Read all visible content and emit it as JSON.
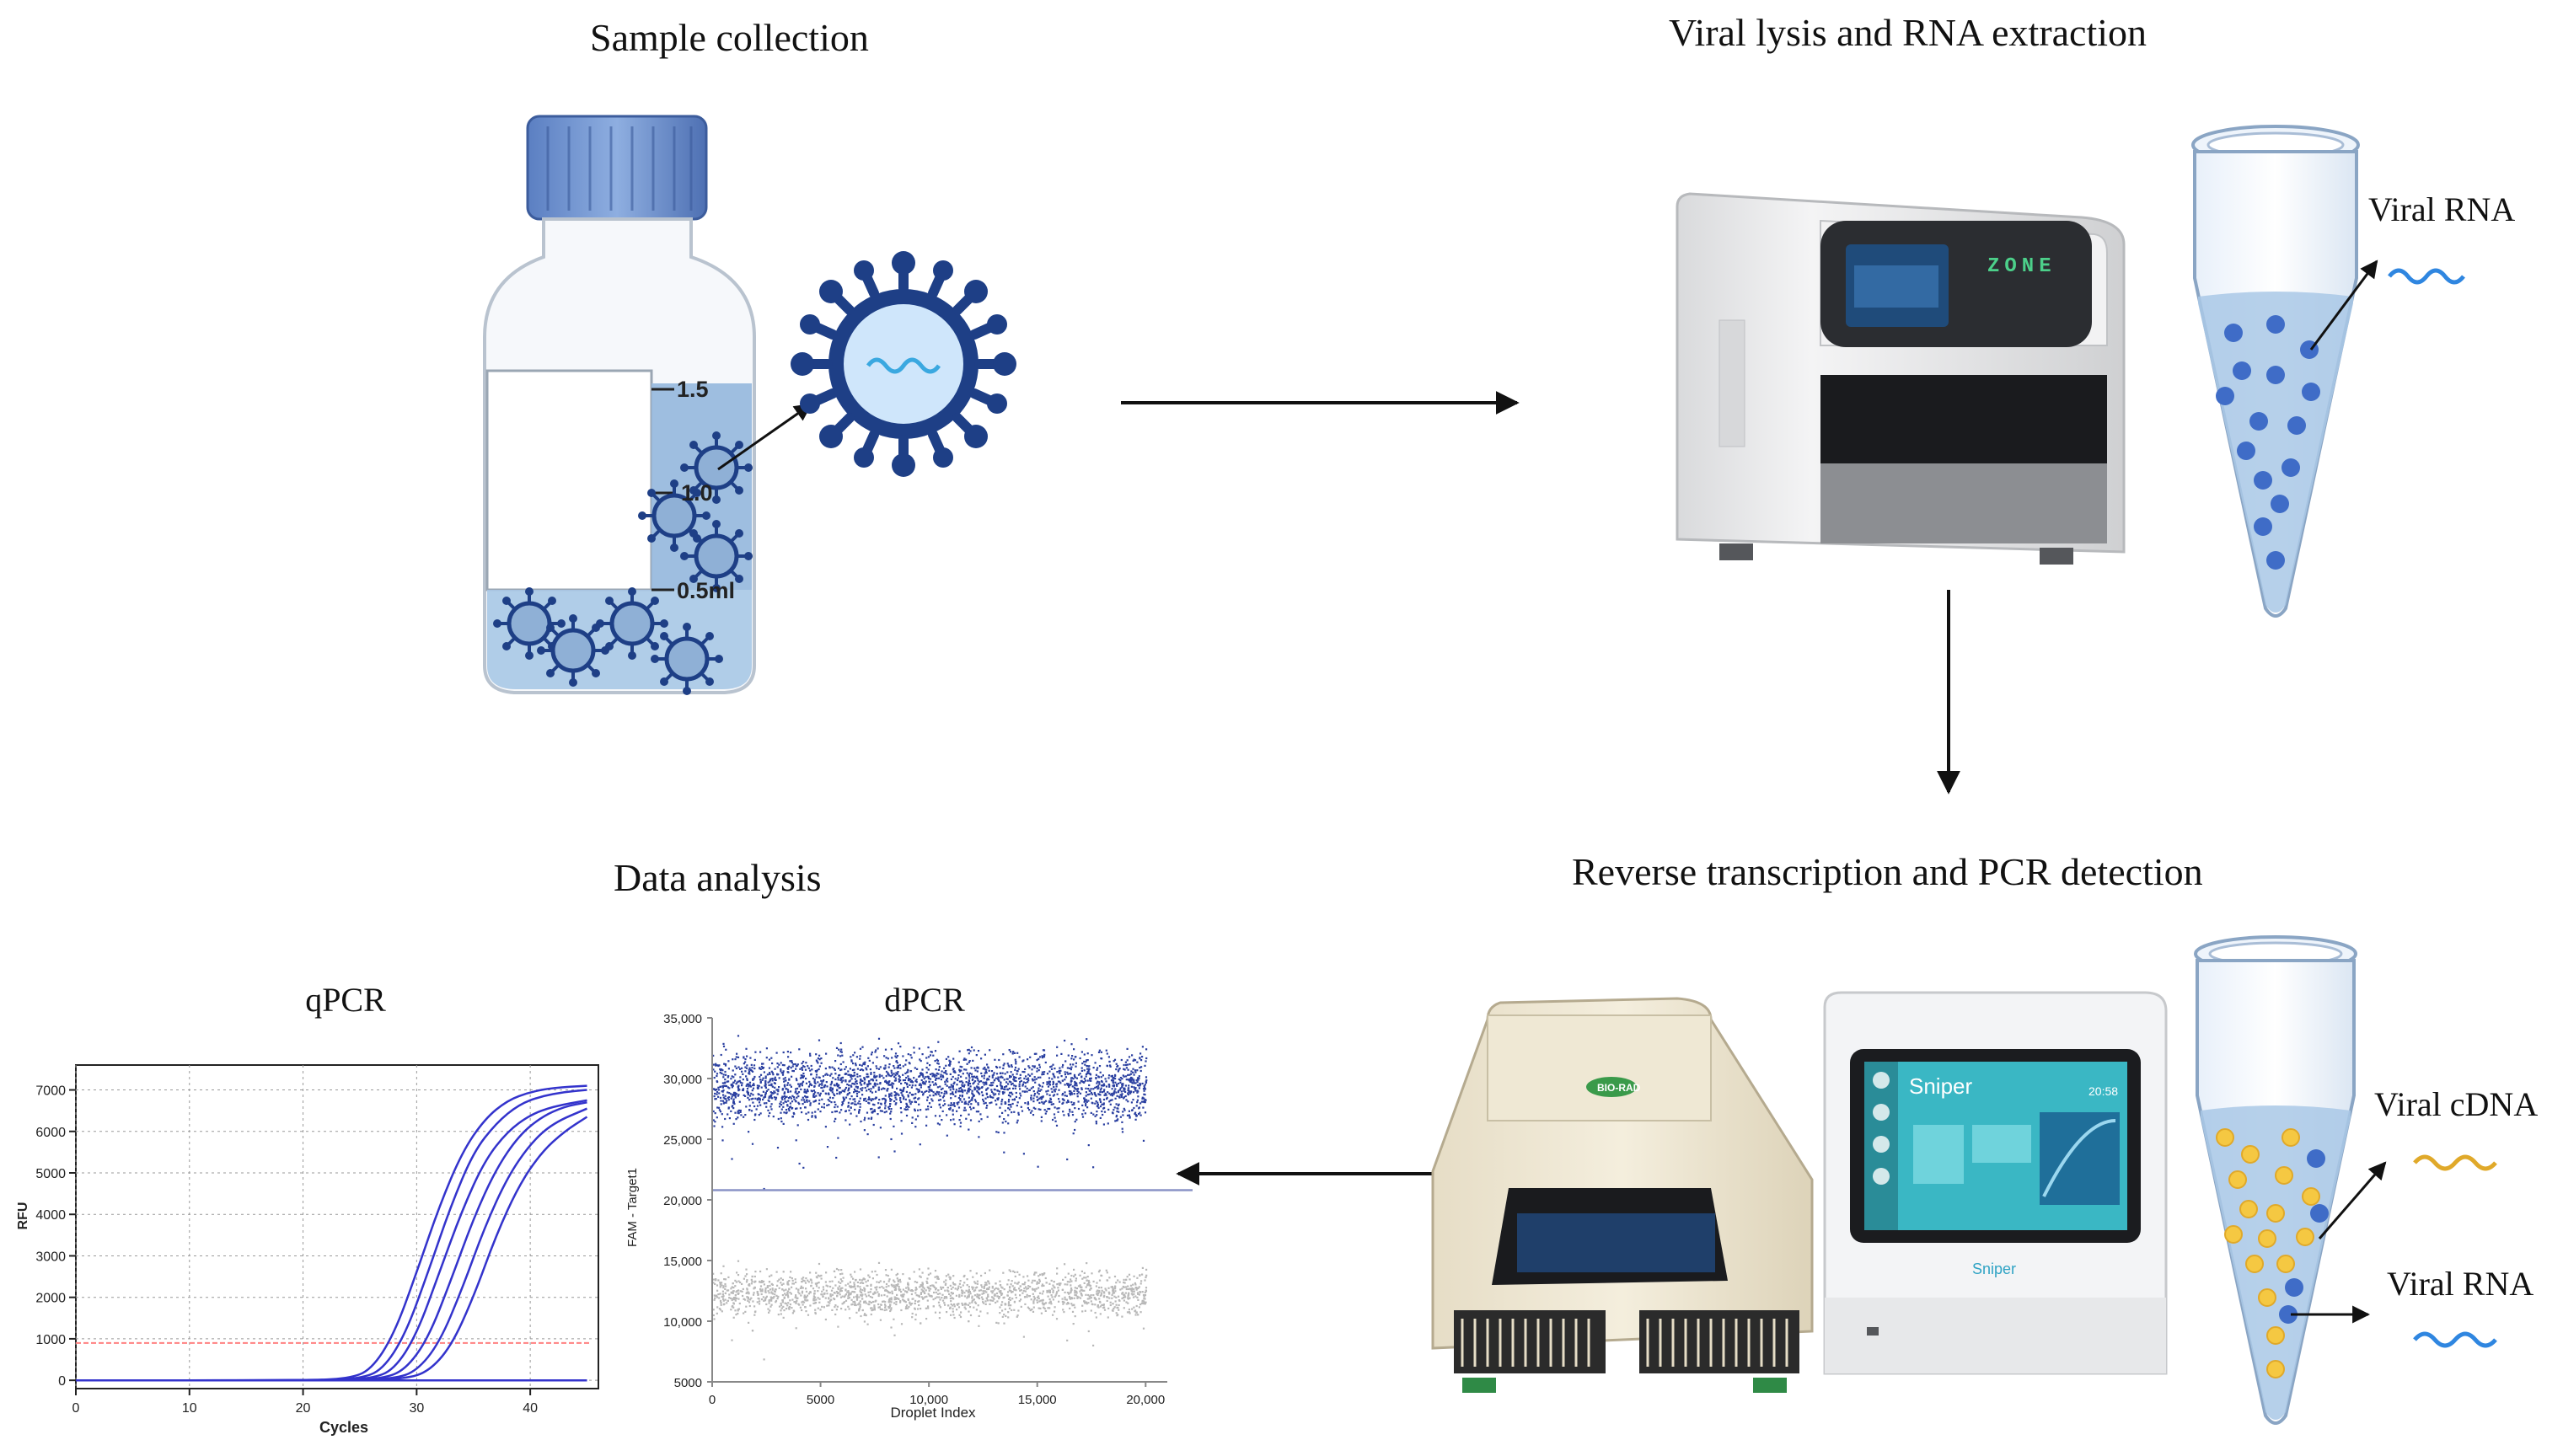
{
  "sections": {
    "sample": "Sample collection",
    "extraction": "Viral lysis and RNA extraction",
    "detection": "Reverse transcription and PCR detection",
    "analysis": "Data analysis"
  },
  "labels": {
    "viral_rna_top": "Viral RNA",
    "viral_cdna": "Viral cDNA",
    "viral_rna_bottom": "Viral RNA",
    "bottle_15": "1.5",
    "bottle_10": "1.0",
    "bottle_05": "0.5ml"
  },
  "device_text": {
    "extractor_display": "ZONE",
    "thermocycler_brand": "BIO-RAD",
    "tablet_brand": "Sniper",
    "tablet_time": "20:58",
    "tablet_bottom": "Sniper"
  },
  "colors": {
    "virus": "#1e3f86",
    "liquid": "#a9c8e6",
    "qpcr_curve": "#3333cc",
    "dpcr_pos": "#2a3fa0",
    "dpcr_neg": "#b8b8b8",
    "dot_blue": "#3f6cc7",
    "dot_yellow": "#f5c842"
  },
  "chart_data": [
    {
      "type": "line",
      "title": "qPCR",
      "xlabel": "Cycles",
      "ylabel": "RFU",
      "xlim": [
        0,
        46
      ],
      "ylim": [
        -200,
        7600
      ],
      "xticks": [
        0,
        10,
        20,
        30,
        40
      ],
      "yticks": [
        0,
        1000,
        2000,
        3000,
        4000,
        5000,
        6000,
        7000
      ],
      "threshold": 900,
      "grid": true,
      "series": [
        {
          "values": [
            [
              0,
              0
            ],
            [
              20,
              0
            ],
            [
              24,
              40
            ],
            [
              26,
              250
            ],
            [
              28,
              1100
            ],
            [
              30,
              2600
            ],
            [
              32,
              4200
            ],
            [
              34,
              5500
            ],
            [
              36,
              6300
            ],
            [
              38,
              6750
            ],
            [
              40,
              6950
            ],
            [
              42,
              7050
            ],
            [
              45,
              7100
            ]
          ]
        },
        {
          "values": [
            [
              0,
              0
            ],
            [
              21,
              0
            ],
            [
              25,
              40
            ],
            [
              27,
              250
            ],
            [
              29,
              1100
            ],
            [
              31,
              2600
            ],
            [
              33,
              4200
            ],
            [
              35,
              5500
            ],
            [
              37,
              6200
            ],
            [
              39,
              6650
            ],
            [
              41,
              6850
            ],
            [
              43,
              6950
            ],
            [
              45,
              7000
            ]
          ]
        },
        {
          "values": [
            [
              0,
              0
            ],
            [
              22,
              0
            ],
            [
              26,
              40
            ],
            [
              28,
              250
            ],
            [
              30,
              1100
            ],
            [
              32,
              2600
            ],
            [
              34,
              4100
            ],
            [
              36,
              5300
            ],
            [
              38,
              6000
            ],
            [
              40,
              6400
            ],
            [
              42,
              6600
            ],
            [
              45,
              6750
            ]
          ]
        },
        {
          "values": [
            [
              0,
              0
            ],
            [
              23,
              0
            ],
            [
              27,
              40
            ],
            [
              29,
              250
            ],
            [
              31,
              1000
            ],
            [
              33,
              2400
            ],
            [
              35,
              3900
            ],
            [
              37,
              5100
            ],
            [
              39,
              5900
            ],
            [
              41,
              6350
            ],
            [
              43,
              6600
            ],
            [
              45,
              6700
            ]
          ]
        },
        {
          "values": [
            [
              0,
              0
            ],
            [
              24,
              0
            ],
            [
              28,
              40
            ],
            [
              30,
              220
            ],
            [
              32,
              900
            ],
            [
              34,
              2200
            ],
            [
              36,
              3700
            ],
            [
              38,
              4900
            ],
            [
              40,
              5700
            ],
            [
              42,
              6200
            ],
            [
              45,
              6550
            ]
          ]
        },
        {
          "values": [
            [
              0,
              0
            ],
            [
              25,
              0
            ],
            [
              29,
              40
            ],
            [
              31,
              200
            ],
            [
              33,
              800
            ],
            [
              35,
              2000
            ],
            [
              37,
              3500
            ],
            [
              39,
              4700
            ],
            [
              41,
              5500
            ],
            [
              43,
              6000
            ],
            [
              45,
              6350
            ]
          ]
        },
        {
          "values": [
            [
              0,
              0
            ],
            [
              45,
              0
            ]
          ]
        }
      ]
    },
    {
      "type": "scatter",
      "title": "dPCR",
      "xlabel": "Droplet Index",
      "ylabel": "FAM - Target1",
      "xlim": [
        0,
        21000
      ],
      "ylim": [
        5000,
        35000
      ],
      "xticks": [
        0,
        5000,
        10000,
        15000,
        20000
      ],
      "xtick_labels": [
        "0",
        "5000",
        "10,000",
        "15,000",
        "20,000"
      ],
      "yticks": [
        5000,
        10000,
        15000,
        20000,
        25000,
        30000,
        35000
      ],
      "ytick_labels": [
        "5000",
        "10,000",
        "15,000",
        "20,000",
        "25,000",
        "30,000",
        "35,000"
      ],
      "threshold": 20800,
      "clusters": [
        {
          "name": "positive",
          "center": 29500,
          "spread": 1400,
          "x_range": [
            0,
            20000
          ]
        },
        {
          "name": "negative",
          "center": 12400,
          "spread": 900,
          "x_range": [
            0,
            20000
          ]
        }
      ]
    }
  ]
}
